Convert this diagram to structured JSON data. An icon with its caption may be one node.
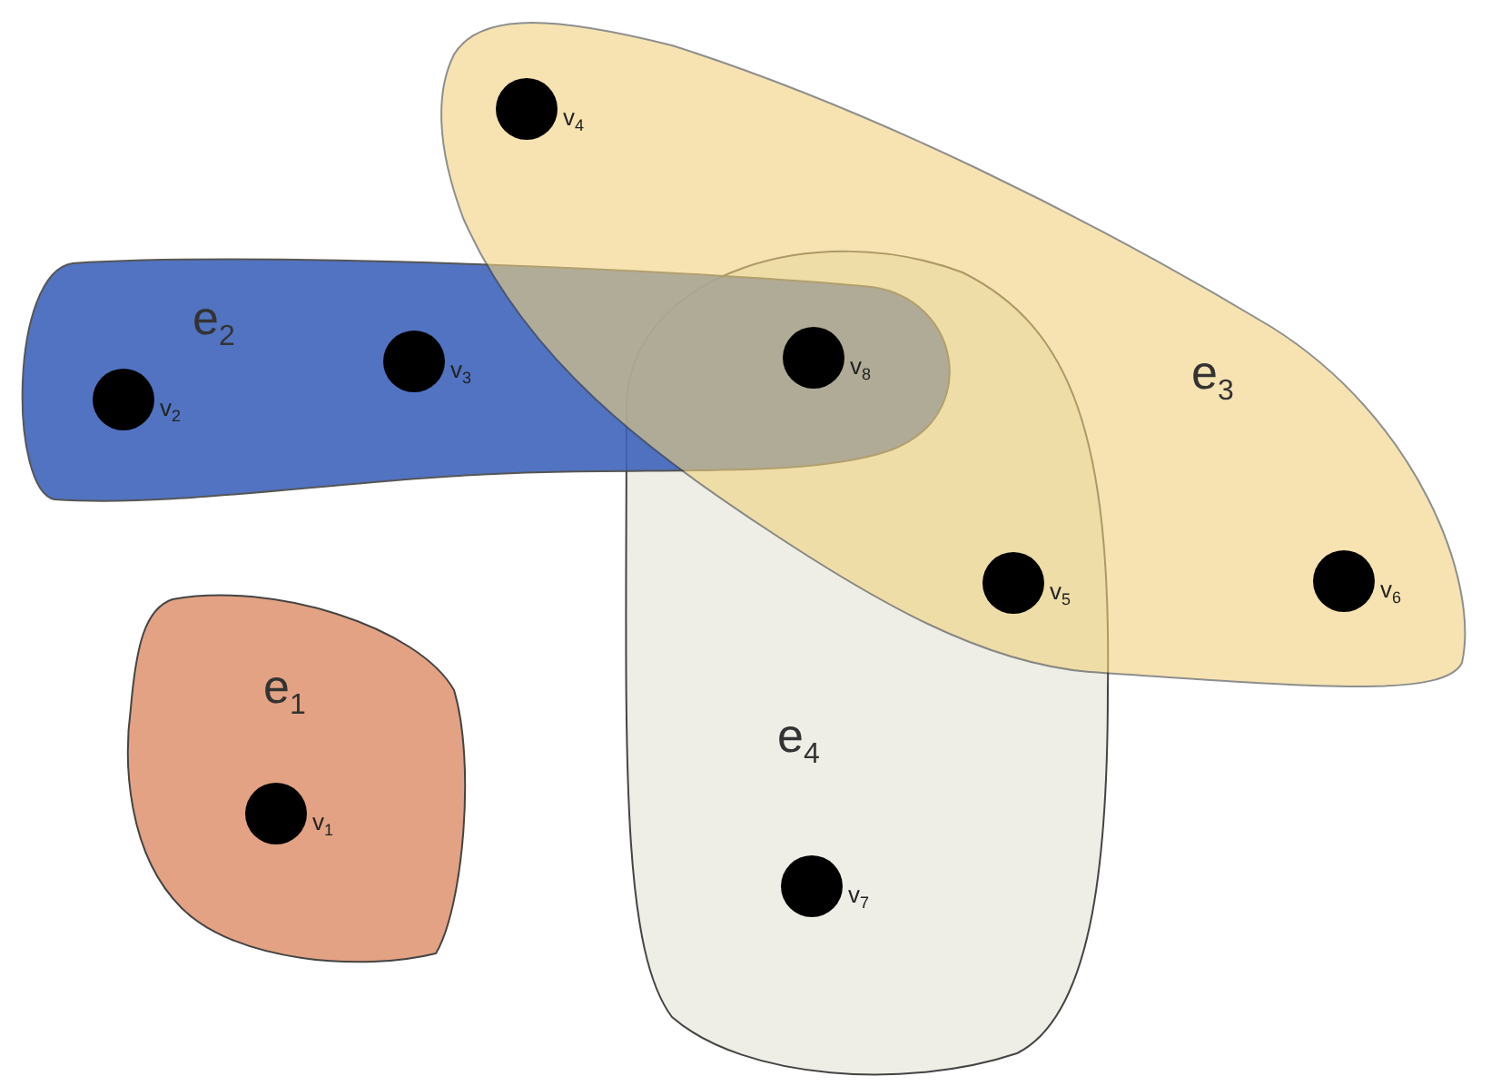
{
  "diagram": {
    "nodes": [
      {
        "text": [
          "e$_{1}$"
        ]
      },
      {
        "text": [
          "e$_{2}$"
        ]
      },
      {
        "text": [
          "e$_{3}$"
        ]
      },
      {
        "text": [
          "e$_{4}$"
        ]
      },
      {
        "text": [],
        "shape": "circle",
        "beside": [
          "v$_{1}$"
        ],
        "in": 0
      },
      {
        "text": [],
        "shape": "circle",
        "beside": [
          "v$_{2}$"
        ],
        "in": 1
      },
      {
        "text": [],
        "shape": "circle",
        "beside": [
          "v$_{3}$"
        ],
        "in": 1
      },
      {
        "text": [],
        "shape": "circle",
        "beside": [
          "v$_{4}$"
        ],
        "in": 2
      },
      {
        "text": [],
        "shape": "circle",
        "beside": [
          "v$_{5}$"
        ]
      },
      {
        "text": [],
        "shape": "circle",
        "beside": [
          "v$_{6}$"
        ],
        "in": 2
      },
      {
        "text": [],
        "shape": "circle",
        "beside": [
          "v$_{7}$"
        ],
        "in": 3
      },
      {
        "text": [],
        "shape": "circle",
        "beside": [
          "v$_{8}$"
        ]
      }
    ]
  }
}
